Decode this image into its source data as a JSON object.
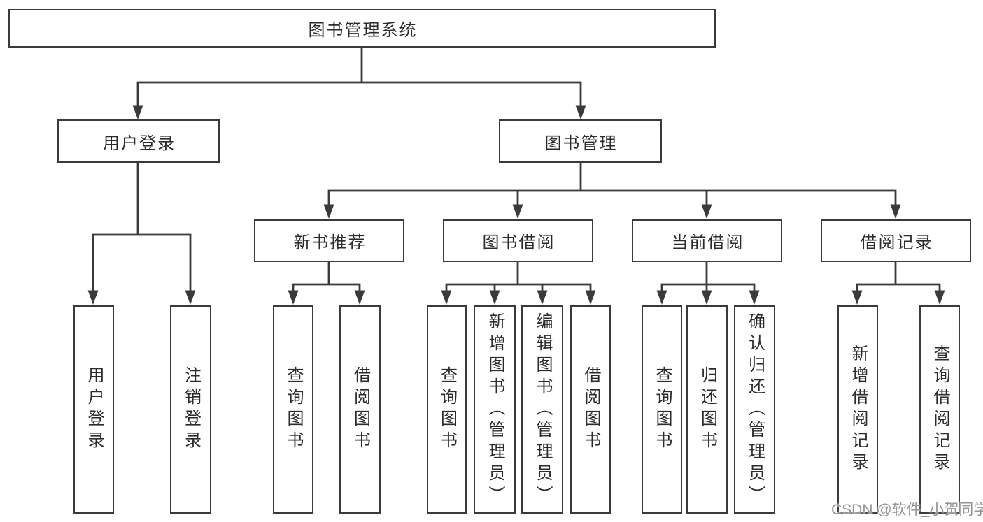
{
  "diagram": {
    "tree": {
      "root": {
        "label": "图书管理系统"
      },
      "children": [
        {
          "label": "用户登录",
          "children": [
            {
              "label": "用户登录"
            },
            {
              "label": "注销登录"
            }
          ]
        },
        {
          "label": "图书管理",
          "children": [
            {
              "label": "新书推荐",
              "children": [
                {
                  "label": "查询图书"
                },
                {
                  "label": "借阅图书"
                }
              ]
            },
            {
              "label": "图书借阅",
              "children": [
                {
                  "label": "查询图书"
                },
                {
                  "label": "新增图书（管理员）"
                },
                {
                  "label": "编辑图书（管理员）"
                },
                {
                  "label": "借阅图书"
                }
              ]
            },
            {
              "label": "当前借阅",
              "children": [
                {
                  "label": "查询图书"
                },
                {
                  "label": "归还图书"
                },
                {
                  "label": "确认归还（管理员）"
                }
              ]
            },
            {
              "label": "借阅记录",
              "children": [
                {
                  "label": "新增借阅记录"
                },
                {
                  "label": "查询借阅记录"
                }
              ]
            }
          ]
        }
      ]
    },
    "watermark": {
      "text": "CSDN @软件_小贺同学"
    },
    "colors": {
      "line": "#3a3a3a",
      "text": "#2b2b2b",
      "watermark": "#949494",
      "background": "#ffffff"
    }
  }
}
